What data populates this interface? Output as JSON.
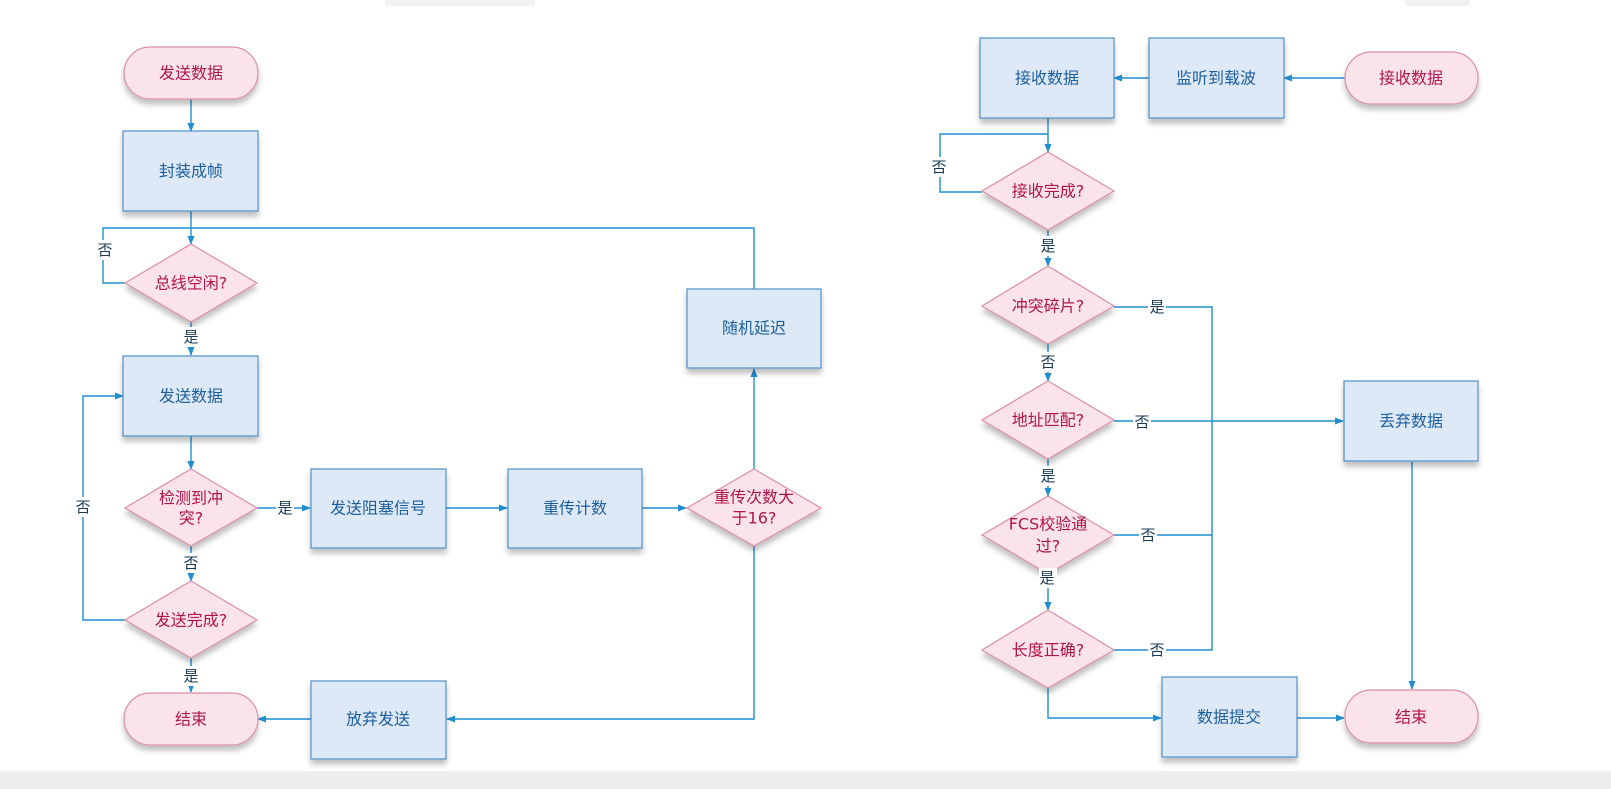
{
  "colors": {
    "process_fill": "#dde9f7",
    "process_stroke": "#4f8fc9",
    "process_text": "#1d5f9c",
    "decision_fill": "#fbe3ea",
    "decision_stroke": "#d98fa7",
    "decision_text": "#b0154a",
    "terminal_fill": "#fbe3ea",
    "terminal_stroke": "#d98fa7",
    "terminal_text": "#b0154a",
    "connector": "#1f8fd0",
    "label_text": "#1a3a55"
  },
  "send_flow": {
    "start": "发送数据",
    "encapsulate": "封装成帧",
    "bus_idle": "总线空闲?",
    "send": "发送数据",
    "collision_line1": "检测到冲",
    "collision_line2": "突?",
    "send_done": "发送完成?",
    "end": "结束",
    "jam": "发送阻塞信号",
    "retry_count": "重传计数",
    "retry_exceed_line1": "重传次数大",
    "retry_exceed_line2": "于16?",
    "random_delay": "随机延迟",
    "abort": "放弃发送"
  },
  "receive_flow": {
    "start": "接收数据",
    "carrier": "监听到载波",
    "receive": "接收数据",
    "recv_done": "接收完成?",
    "fragment": "冲突碎片?",
    "addr_match": "地址匹配?",
    "fcs_line1": "FCS校验通",
    "fcs_line2": "过?",
    "length_ok": "长度正确?",
    "discard": "丢弃数据",
    "submit": "数据提交",
    "end": "结束"
  },
  "labels": {
    "yes": "是",
    "no": "否"
  }
}
